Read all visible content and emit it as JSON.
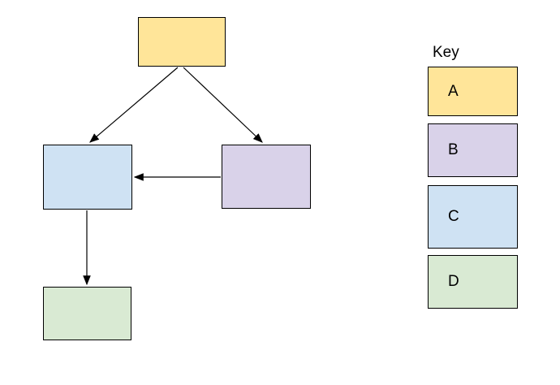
{
  "page": {
    "background": "#ffffff"
  },
  "key": {
    "title": "Key",
    "items": [
      {
        "label": "A",
        "color": "#ffe599"
      },
      {
        "label": "B",
        "color": "#d9d2e9"
      },
      {
        "label": "C",
        "color": "#cfe2f3"
      },
      {
        "label": "D",
        "color": "#d9ead3"
      }
    ]
  },
  "diagram": {
    "nodes": [
      {
        "position": "top",
        "key_letter": "A",
        "color": "#ffe599"
      },
      {
        "position": "middle-left",
        "key_letter": "C",
        "color": "#cfe2f3"
      },
      {
        "position": "middle-right",
        "key_letter": "B",
        "color": "#d9d2e9"
      },
      {
        "position": "bottom",
        "key_letter": "D",
        "color": "#d9ead3"
      }
    ],
    "edges": [
      {
        "from": "A",
        "to": "C"
      },
      {
        "from": "A",
        "to": "B"
      },
      {
        "from": "B",
        "to": "C"
      },
      {
        "from": "C",
        "to": "D"
      }
    ],
    "arrow_color": "#000000",
    "border_color": "#000000"
  }
}
